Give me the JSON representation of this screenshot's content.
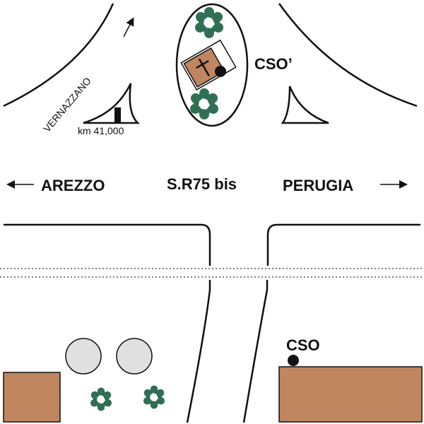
{
  "labels": {
    "vernazzano": "VERNAZZANO",
    "km": "km 41,000",
    "cso_top": "CSO’",
    "arezzo": "AREZZO",
    "road": "S.R75 bis",
    "perugia": "PERUGIA",
    "cso_bottom": "CSO"
  },
  "colors": {
    "building": "#c08660",
    "bush": "#2f6f55",
    "circle": "#e0e0e0"
  }
}
